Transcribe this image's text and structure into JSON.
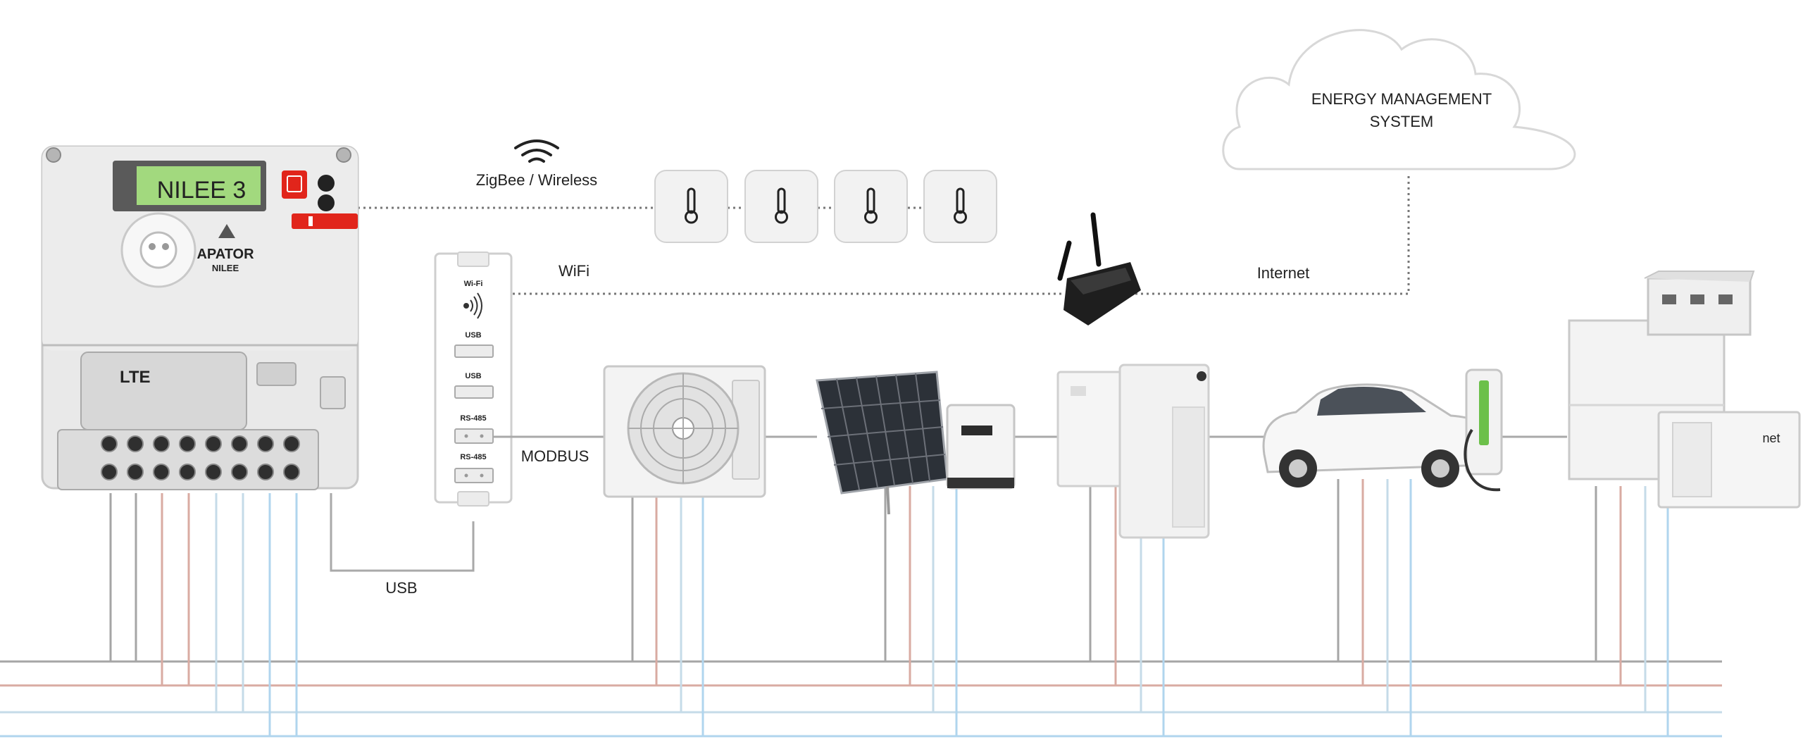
{
  "colors": {
    "wire_grey": "#9e9e9e",
    "wire_red": "#d7a59c",
    "wire_lightblue": "#bcd6e6",
    "wire_blue": "#a8d0eb",
    "link_dotted": "#777777",
    "device_white": "#f4f4f4",
    "screen_green": "#9fd87a"
  },
  "meter": {
    "brand": "APATOR",
    "model": "NILEE",
    "display_text": "NILEE 3",
    "module_label": "LTE"
  },
  "gateway": {
    "wifi_label": "Wi-Fi",
    "usb1_label": "USB",
    "usb2_label": "USB",
    "rs485_1_label": "RS-485",
    "rs485_2_label": "RS-485"
  },
  "links": {
    "zigbee_label": "ZigBee / Wireless",
    "wifi_label": "WiFi",
    "internet_label": "Internet",
    "modbus_label": "MODBUS",
    "usb_label": "USB"
  },
  "cloud": {
    "line1": "ENERGY MANAGEMENT",
    "line2": "SYSTEM"
  },
  "container_brand": "net",
  "icons": [
    "wireless-icon",
    "thermometer-icon",
    "router-icon",
    "heat-pump-icon",
    "solar-panel-icon",
    "inverter-icon",
    "battery-storage-icon",
    "electric-car-icon",
    "ev-charger-icon",
    "energy-container-icon"
  ]
}
